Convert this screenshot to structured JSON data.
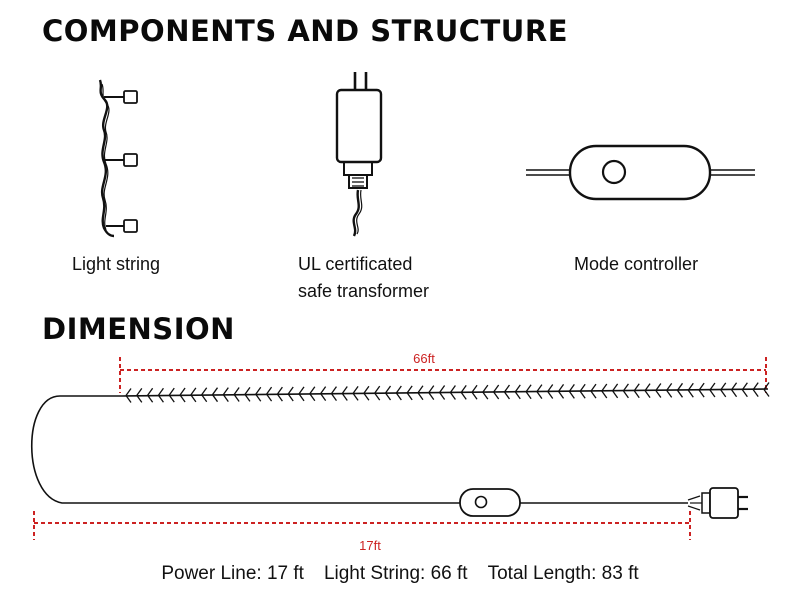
{
  "titles": {
    "components": "COMPONENTS AND STRUCTURE",
    "dimension": "DIMENSION"
  },
  "components": {
    "light_string": "Light string",
    "transformer_line1": "UL certificated",
    "transformer_line2": "safe transformer",
    "controller": "Mode controller"
  },
  "dimension": {
    "light_string_length_label": "66ft",
    "power_line_length_label": "17ft",
    "accent_color": "#cc2222"
  },
  "summary": {
    "power_line": "Power Line: 17 ft",
    "light_string": "Light String: 66 ft",
    "total_length": "Total Length: 83 ft"
  }
}
